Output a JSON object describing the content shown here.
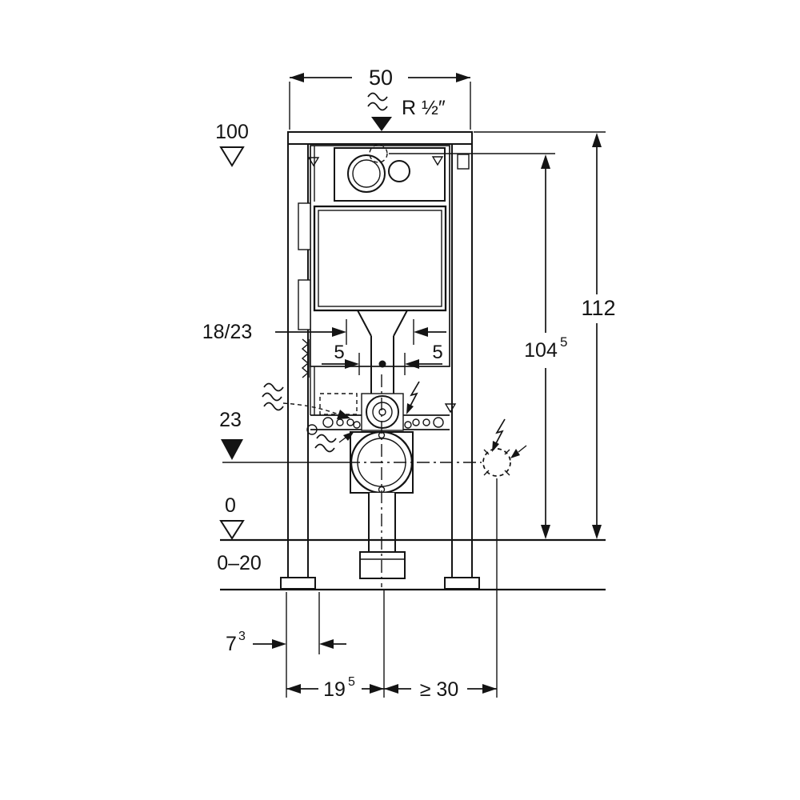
{
  "colors": {
    "line": "#141414",
    "background": "#ffffff"
  },
  "labels": {
    "width_top": "50",
    "water_connection": "R ½″",
    "level_meter": "100",
    "height_total": "112",
    "height_actuator": {
      "value": "104",
      "sup": "5"
    },
    "flush_bend": "18/23",
    "offset_left": "5",
    "offset_right": "5",
    "level_outlet": "23",
    "level_zero": "0",
    "floor_buildup": "0–20",
    "depth_front": {
      "value": "7",
      "sup": "3"
    },
    "outlet_setback": {
      "value": "19",
      "sup": "5"
    },
    "clearance_side": "≥ 30"
  },
  "icons": {
    "water_supply_icon": "wavy flow lines with filled down arrow",
    "flex_hose_icon": "wavy lines with small arrow",
    "lightning_icon": "electrical flash with arrow",
    "level_marker_open": "open triangle",
    "level_marker_filled": "filled triangle"
  }
}
